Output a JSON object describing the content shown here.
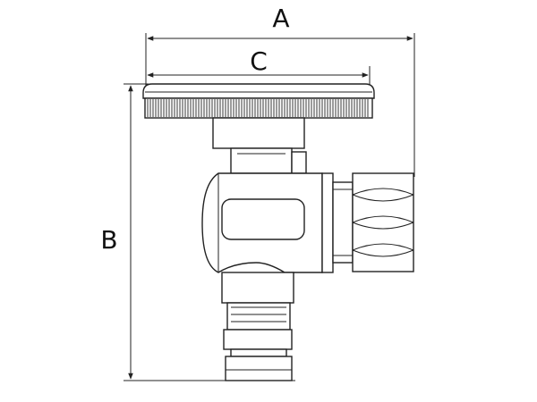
{
  "dimensions": {
    "a_label": "A",
    "b_label": "B",
    "c_label": "C"
  },
  "colors": {
    "stroke": "#222222",
    "background": "#ffffff"
  }
}
